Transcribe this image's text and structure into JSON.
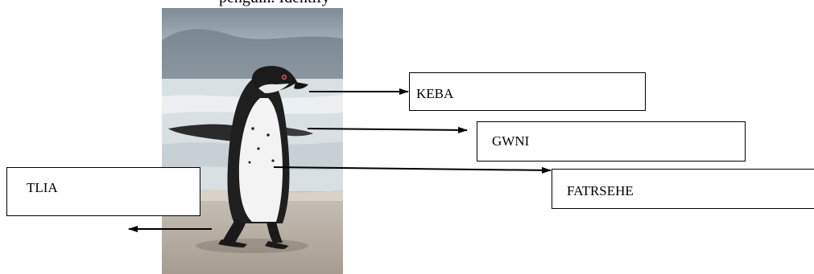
{
  "header": {
    "text": "penguin. Identify"
  },
  "photo": {
    "icon": "penguin-photo"
  },
  "labels": {
    "beak": "KEBA",
    "wing": "GWNI",
    "feathers": "FATRSEHE",
    "tail": "TLIA"
  },
  "colors": {
    "line": "#000000",
    "sky": "#9aa7b3",
    "sea": "#c9d3d8",
    "sand": "#b8aca0"
  }
}
